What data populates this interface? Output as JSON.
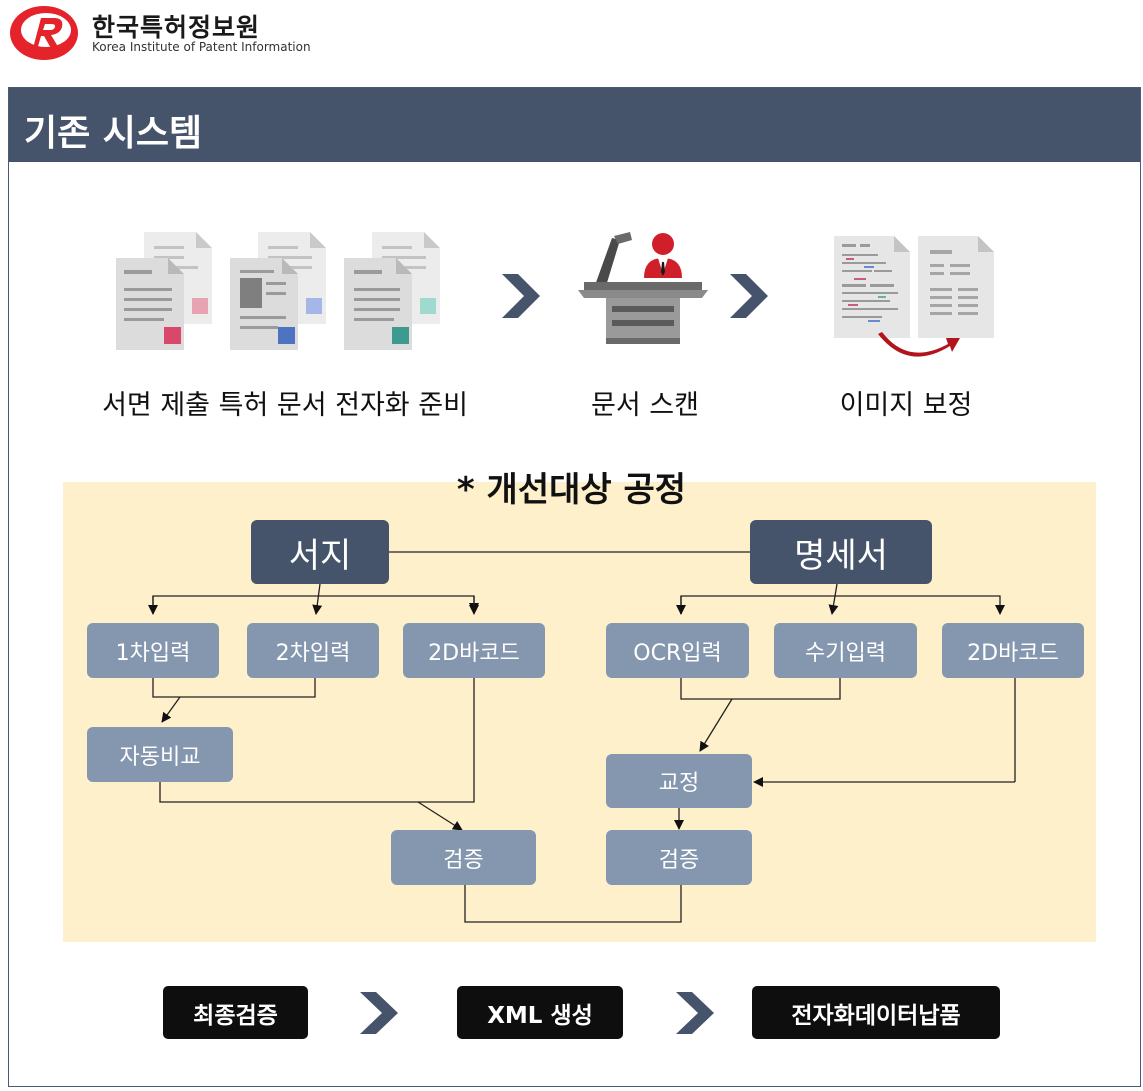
{
  "logo": {
    "name_kr": "한국특허정보원",
    "name_en": "Korea Institute of Patent Information",
    "brand_color": "#e4232b"
  },
  "header": {
    "title": "기존 시스템"
  },
  "process": {
    "steps": [
      {
        "label": "서면 제출 특허 문서 전자화 준비",
        "icon": "documents-icon"
      },
      {
        "label": "문서 스캔",
        "icon": "scanner-icon"
      },
      {
        "label": "이미지 보정",
        "icon": "image-correction-icon"
      }
    ],
    "arrow_icon": "chevron-right-icon"
  },
  "improvement": {
    "title": "* 개선대상 공정",
    "left_group": {
      "head": "서지",
      "nodes": {
        "first_input": "1차입력",
        "second_input": "2차입력",
        "barcode": "2D바코드",
        "auto_compare": "자동비교",
        "verify": "검증"
      }
    },
    "right_group": {
      "head": "명세서",
      "nodes": {
        "ocr_input": "OCR입력",
        "manual_input": "수기입력",
        "barcode": "2D바코드",
        "proofread": "교정",
        "verify": "검증"
      }
    },
    "panel_color": "#fff0cc",
    "head_color": "#46546b",
    "node_color": "#8597af"
  },
  "final_steps": [
    "최종검증",
    "XML 생성",
    "전자화데이터납품"
  ]
}
